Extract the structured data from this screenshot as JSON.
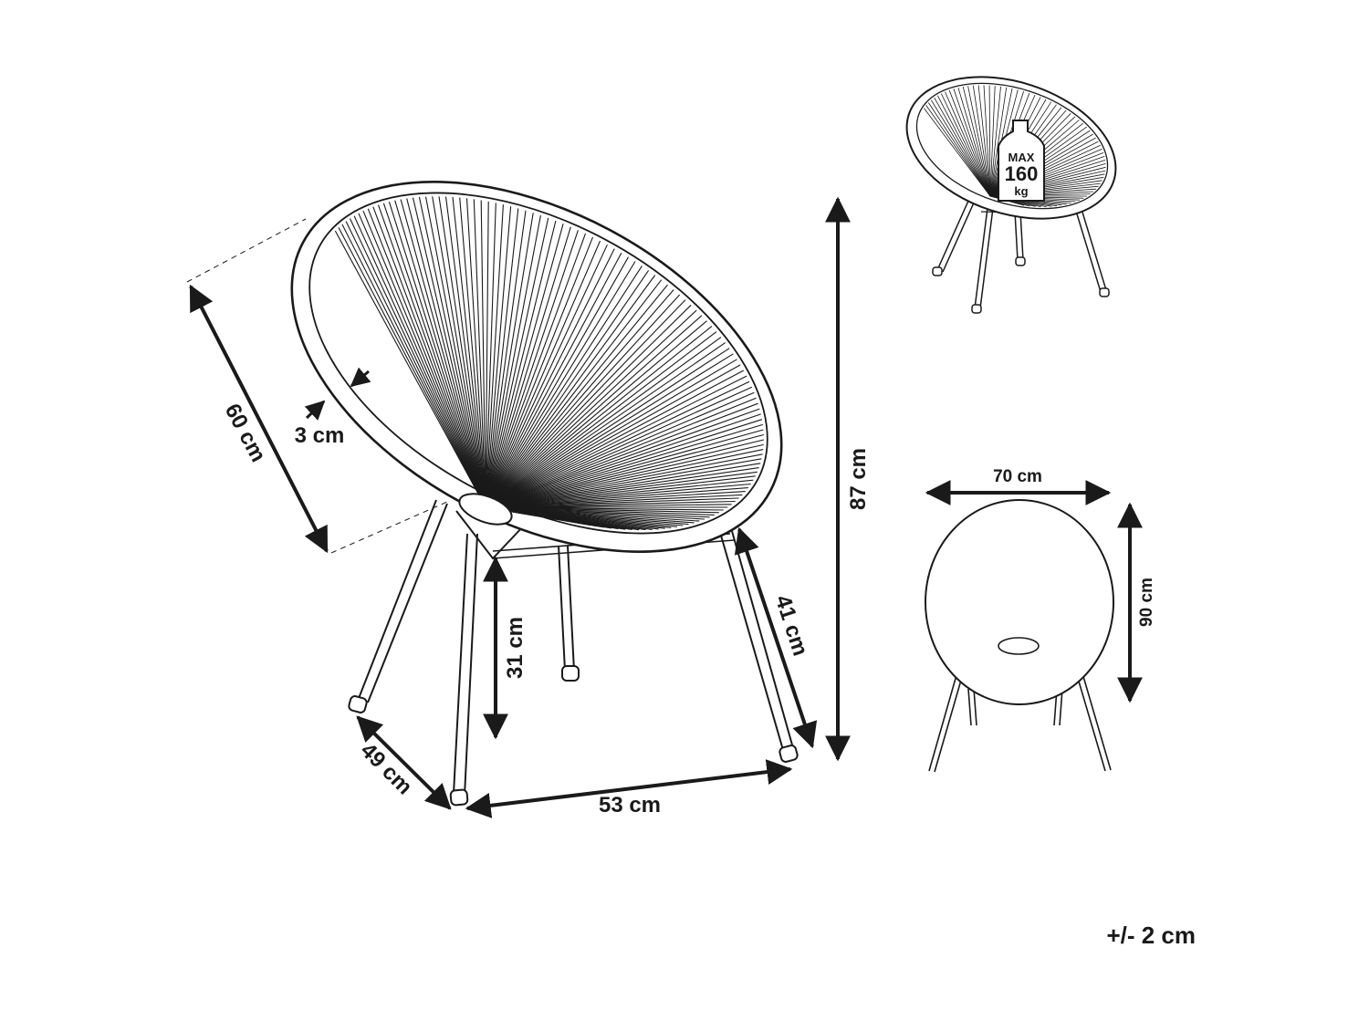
{
  "dimensions": {
    "backrest_depth": "60 cm",
    "rim_thickness": "3 cm",
    "total_height": "87 cm",
    "seat_height": "31 cm",
    "leg_length": "41 cm",
    "base_depth": "49 cm",
    "base_width": "53 cm",
    "front_width": "70 cm",
    "front_height": "90 cm"
  },
  "load_badge": {
    "top": "MAX",
    "value": "160",
    "unit": "kg"
  },
  "tolerance": "+/- 2 cm",
  "colors": {
    "line": "#1a1a1a",
    "background": "#ffffff"
  }
}
